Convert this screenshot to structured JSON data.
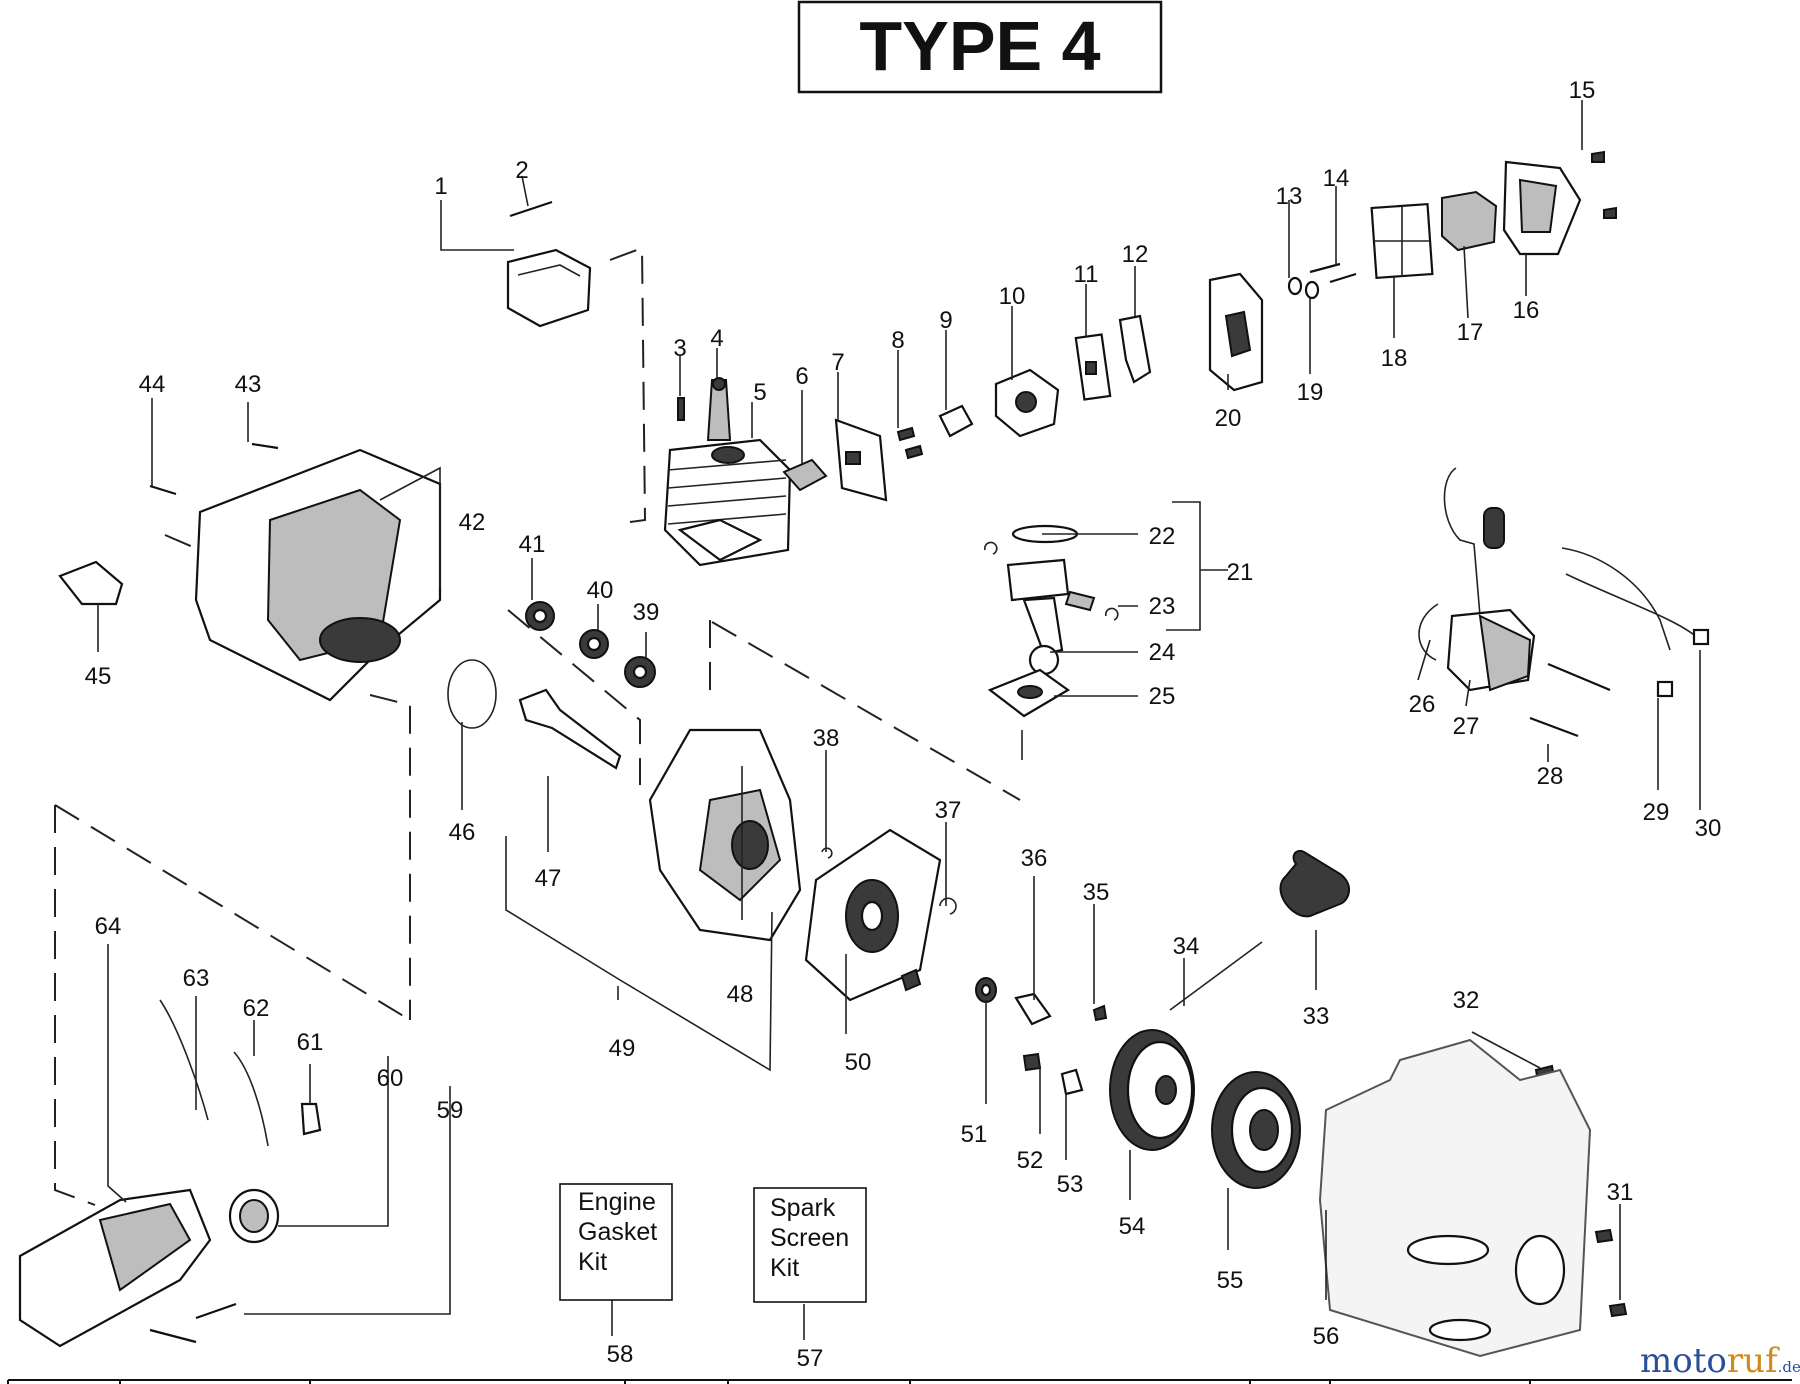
{
  "title": "TYPE 4",
  "kits": [
    {
      "id": "engine-gasket-kit",
      "lines": [
        "Engine",
        "Gasket",
        "Kit"
      ],
      "number": "58"
    },
    {
      "id": "spark-screen-kit",
      "lines": [
        "Spark",
        "Screen",
        "Kit"
      ],
      "number": "57"
    }
  ],
  "callouts": [
    "1",
    "2",
    "3",
    "4",
    "5",
    "6",
    "7",
    "8",
    "9",
    "10",
    "11",
    "12",
    "13",
    "14",
    "15",
    "16",
    "17",
    "18",
    "19",
    "20",
    "21",
    "22",
    "23",
    "24",
    "25",
    "26",
    "27",
    "28",
    "29",
    "30",
    "31",
    "32",
    "33",
    "34",
    "35",
    "36",
    "37",
    "38",
    "39",
    "40",
    "41",
    "42",
    "43",
    "44",
    "45",
    "46",
    "47",
    "48",
    "49",
    "50",
    "51",
    "52",
    "53",
    "54",
    "55",
    "56",
    "59",
    "60",
    "61",
    "62",
    "63",
    "64"
  ],
  "watermark": {
    "brand_a": "moto",
    "brand_b": "ruf",
    "suffix": ".de"
  }
}
